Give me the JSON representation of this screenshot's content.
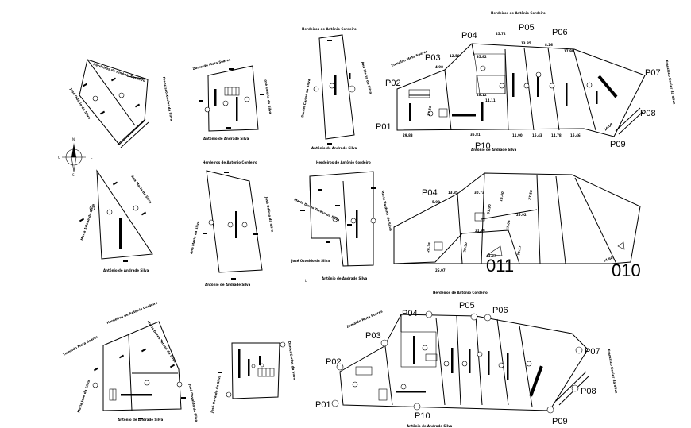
{
  "names": {
    "heraldeiros": "Herdeiros de Antônio Cordeiro",
    "zumaldo": "Zumaldo Mota Soares",
    "jose_odorio": "José Odório da Silva",
    "francisco": "Francisco Xavier da Silva",
    "antonio_andrade": "Antônio de Andrade Silva",
    "ana_maria": "Ana Maria da Silva",
    "daniel_carlos": "Daniel Carlos da Silva",
    "maria_aparecida": "Maria Arlene da Silva",
    "maria_valdenir": "Maria Valdenir da Silva",
    "maria_dores": "Maria Dores Teresa da Silva",
    "jose_osvaldo": "José Osvaldo da Silva",
    "maria_jose": "Maria José da Silva",
    "zumaldo2": "Zumaldo Mota Soares"
  },
  "points_top": [
    "P01",
    "P02",
    "P03",
    "P04",
    "P05",
    "P06",
    "P07",
    "P08",
    "P09",
    "P10"
  ],
  "points_mid": [
    "P04"
  ],
  "points_bottom": [
    "P01",
    "P02",
    "P03",
    "P04",
    "P05",
    "P06",
    "P07",
    "P08",
    "P09",
    "P10"
  ],
  "big_labels": [
    "011",
    "010"
  ],
  "dims_top": [
    "29.83",
    "35.81",
    "11.90",
    "15.43",
    "14.78",
    "15.46",
    "25.72",
    "13.85",
    "8.26",
    "17.99",
    "4.98",
    "12.58",
    "35.82",
    "28.12",
    "14.11",
    "27.50",
    "16.08"
  ],
  "dims_mid": [
    "5.98",
    "13.85",
    "30.73",
    "15.40",
    "27.58",
    "25.92",
    "31.90",
    "17.03",
    "21.39",
    "26.07",
    "28.50",
    "41.37",
    "34.17",
    "26.38",
    "14.60"
  ],
  "compass": {
    "north": "N",
    "west": "O",
    "east": "L",
    "south": "S"
  },
  "mid_marker": "L"
}
